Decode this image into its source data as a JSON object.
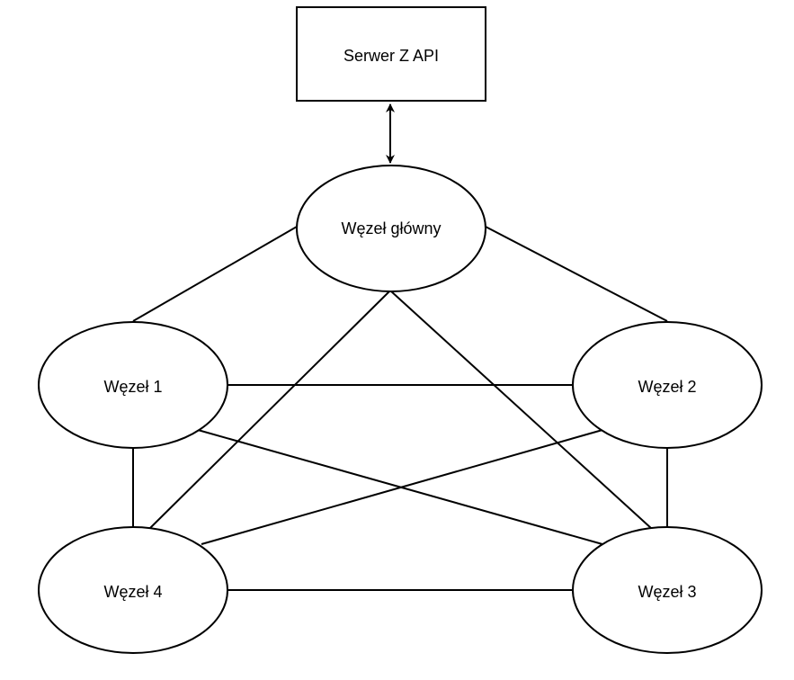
{
  "diagram": {
    "server": {
      "label": "Serwer Z API"
    },
    "main_node": {
      "label": "Węzeł główny"
    },
    "node1": {
      "label": "Węzeł 1"
    },
    "node2": {
      "label": "Węzeł 2"
    },
    "node3": {
      "label": "Węzeł 3"
    },
    "node4": {
      "label": "Węzeł 4"
    },
    "edges": [
      {
        "from": "server",
        "to": "main_node",
        "bidirectional": true
      },
      {
        "from": "main_node",
        "to": "node1"
      },
      {
        "from": "main_node",
        "to": "node2"
      },
      {
        "from": "main_node",
        "to": "node3"
      },
      {
        "from": "main_node",
        "to": "node4"
      },
      {
        "from": "node1",
        "to": "node2"
      },
      {
        "from": "node1",
        "to": "node3"
      },
      {
        "from": "node1",
        "to": "node4"
      },
      {
        "from": "node2",
        "to": "node3"
      },
      {
        "from": "node2",
        "to": "node4"
      },
      {
        "from": "node4",
        "to": "node3"
      }
    ],
    "colors": {
      "stroke": "#000000",
      "fill": "#ffffff"
    }
  }
}
